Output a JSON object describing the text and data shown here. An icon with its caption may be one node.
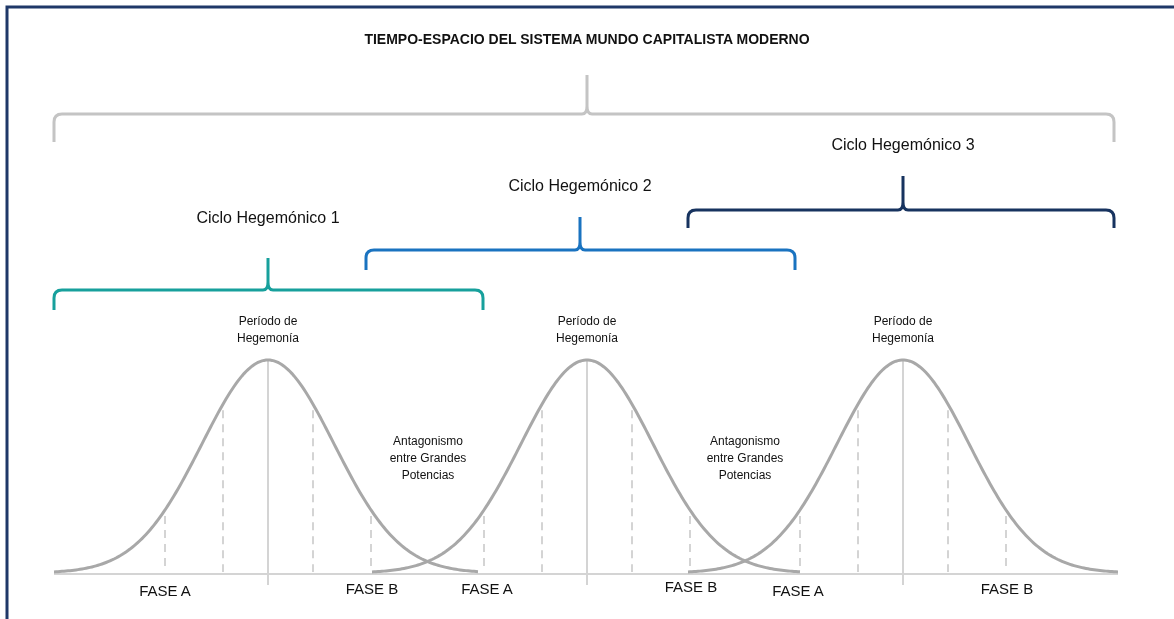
{
  "diagram": {
    "title": "TIEMPO-ESPACIO DEL SISTEMA MUNDO CAPITALISTA MODERNO",
    "labels": [
      "Ciclo Hegemónico 3",
      "Ciclo Hegemónico 2",
      "Ciclo Hegemónico 1",
      "Período de Hegemonía",
      "Período de Hegemonía",
      "Período de Hegemonía",
      "Antagonismo entre Grandes Potencias",
      "Antagonismo entre Grandes Potencias",
      "FASE A",
      "FASE B",
      "FASE A",
      "FASE B",
      "FASE A",
      "FASE B"
    ]
  }
}
